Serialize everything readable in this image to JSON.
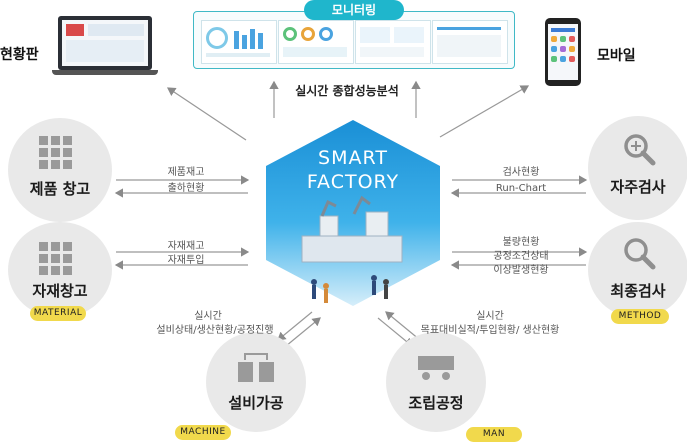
{
  "monitoring": {
    "title": "모니터링"
  },
  "realtime_analysis": "실시간 종합성능분석",
  "hub": {
    "line1": "SMART",
    "line2": "FACTORY"
  },
  "nodes": {
    "dashboard": "현황판",
    "mobile": "모바일",
    "product_warehouse": "제품 창고",
    "material_warehouse": "자재창고",
    "self_inspection": "자주검사",
    "final_inspection": "최종검사",
    "equipment": "설비가공",
    "assembly": "조립공정"
  },
  "tags": {
    "material": "MATERIAL",
    "method": "METHOD",
    "machine": "MACHINE",
    "man": "MAN"
  },
  "flows": {
    "product_in": "제품재고",
    "product_out": "출하현황",
    "material_in": "자재재고",
    "material_out": "자재투입",
    "inspect_status": "검사현황",
    "run_chart": "Run-Chart",
    "defect_status": "불량현황",
    "process_cond": "공정조건상태",
    "anomaly": "이상발생현황",
    "equip_rt": "실시간",
    "equip_detail": "설비상태/생산현황/공정진행",
    "assembly_rt": "실시간",
    "assembly_detail": "목표대비실적/투입현황/ 생산현황"
  },
  "colors": {
    "accent": "#1fb6cc",
    "hub": "#1a8fd6",
    "tag": "#f1d94c",
    "node": "#e9e9e9"
  }
}
